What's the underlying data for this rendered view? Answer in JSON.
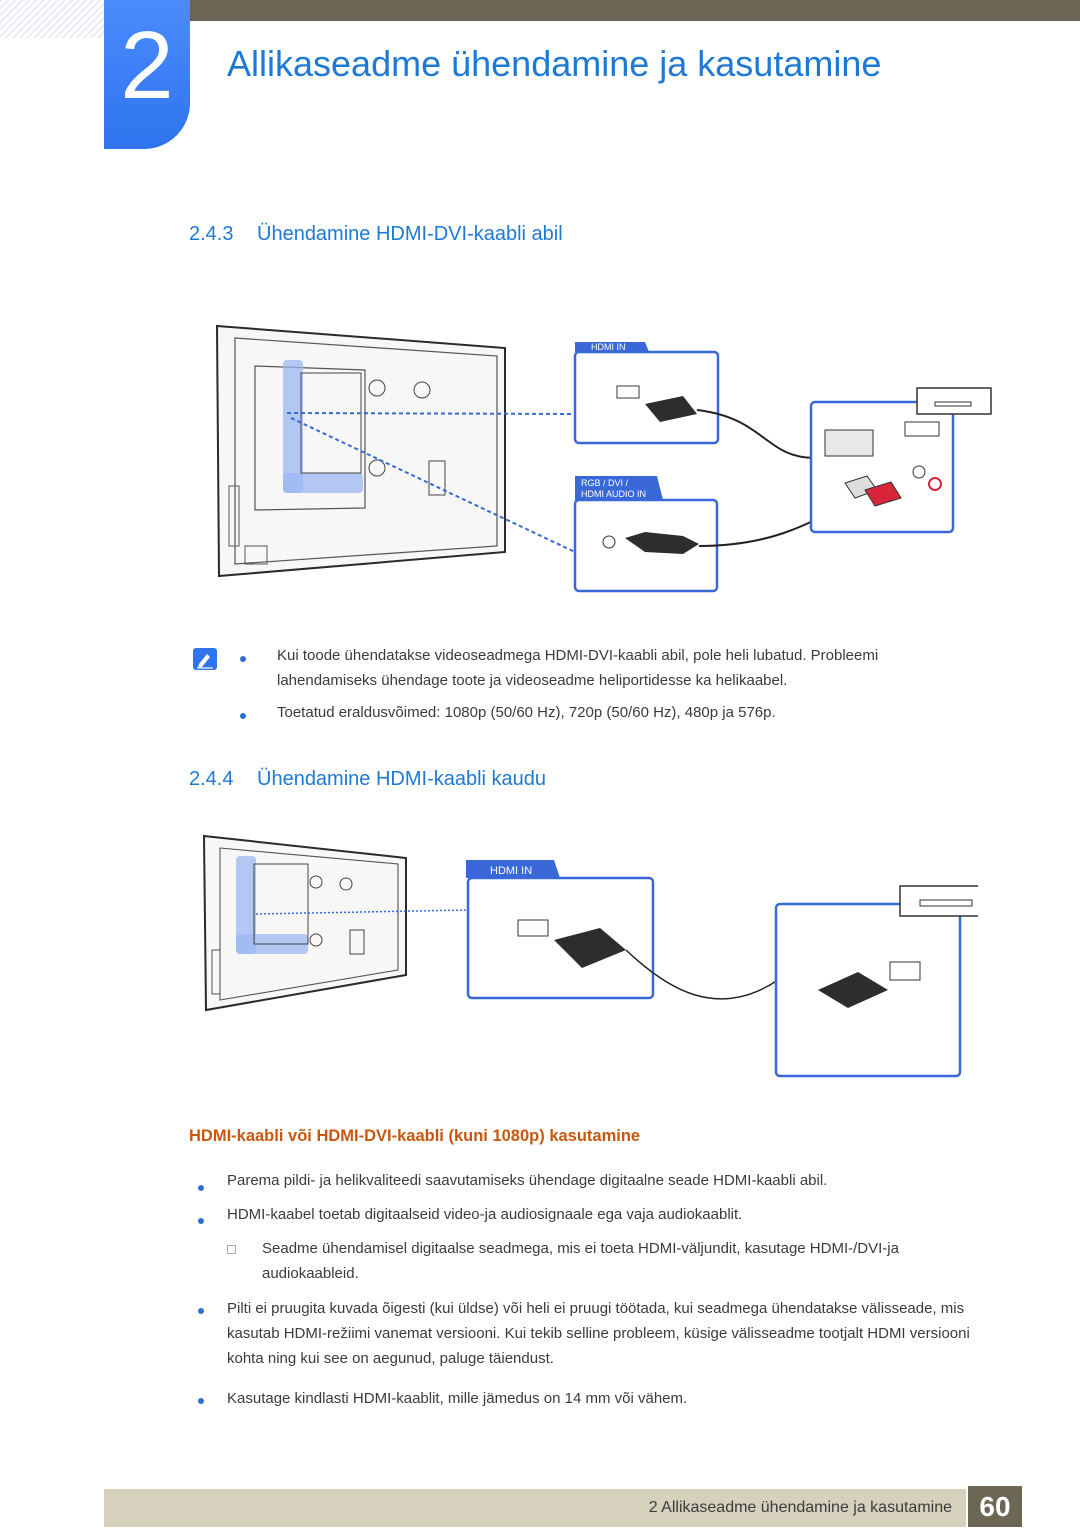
{
  "header": {
    "chapter_number": "2",
    "chapter_title": "Allikaseadme ühendamine ja kasutamine"
  },
  "section_243": {
    "number": "2.4.3",
    "title": "Ühendamine HDMI-DVI-kaabli abil",
    "diagram": {
      "port1_label": "HDMI IN",
      "port2_label_line1": "RGB / DVI /",
      "port2_label_line2": "HDMI AUDIO IN"
    },
    "notes": [
      "Kui toode ühendatakse videoseadmega HDMI-DVI-kaabli abil, pole heli lubatud. Probleemi lahendamiseks ühendage toote ja videoseadme heliportidesse ka helikaabel.",
      "Toetatud eraldusvõimed: 1080p (50/60 Hz), 720p (50/60 Hz), 480p ja 576p."
    ]
  },
  "section_244": {
    "number": "2.4.4",
    "title": "Ühendamine HDMI-kaabli kaudu",
    "diagram": {
      "port_label": "HDMI IN"
    }
  },
  "subsection": {
    "title": "HDMI-kaabli või HDMI-DVI-kaabli (kuni 1080p) kasutamine",
    "bullets": [
      "Parema pildi- ja helikvaliteedi saavutamiseks ühendage digitaalne seade HDMI-kaabli abil.",
      "HDMI-kaabel toetab digitaalseid video-ja audiosignaale ega vaja audiokaablit.",
      "Pilti ei pruugita kuvada õigesti (kui üldse) või heli ei pruugi töötada, kui seadmega ühendatakse välisseade, mis kasutab HDMI-režiimi vanemat versiooni. Kui tekib selline probleem, küsige välisseadme tootjalt HDMI versiooni kohta ning kui see on aegunud, paluge täiendust.",
      "Kasutage kindlasti HDMI-kaablit, mille jämedus on 14 mm või vähem."
    ],
    "sub_bullet": "Seadme ühendamisel digitaalse seadmega, mis ei toeta HDMI-väljundit, kasutage HDMI-/DVI-ja audiokaableid."
  },
  "footer": {
    "label": "2 Allikaseadme ühendamine ja kasutamine",
    "page_number": "60"
  },
  "colors": {
    "accent_blue": "#1d79d6",
    "subhead_orange": "#c8580f",
    "header_bar": "#6d6655",
    "footer_bar": "#d6d1bd"
  }
}
